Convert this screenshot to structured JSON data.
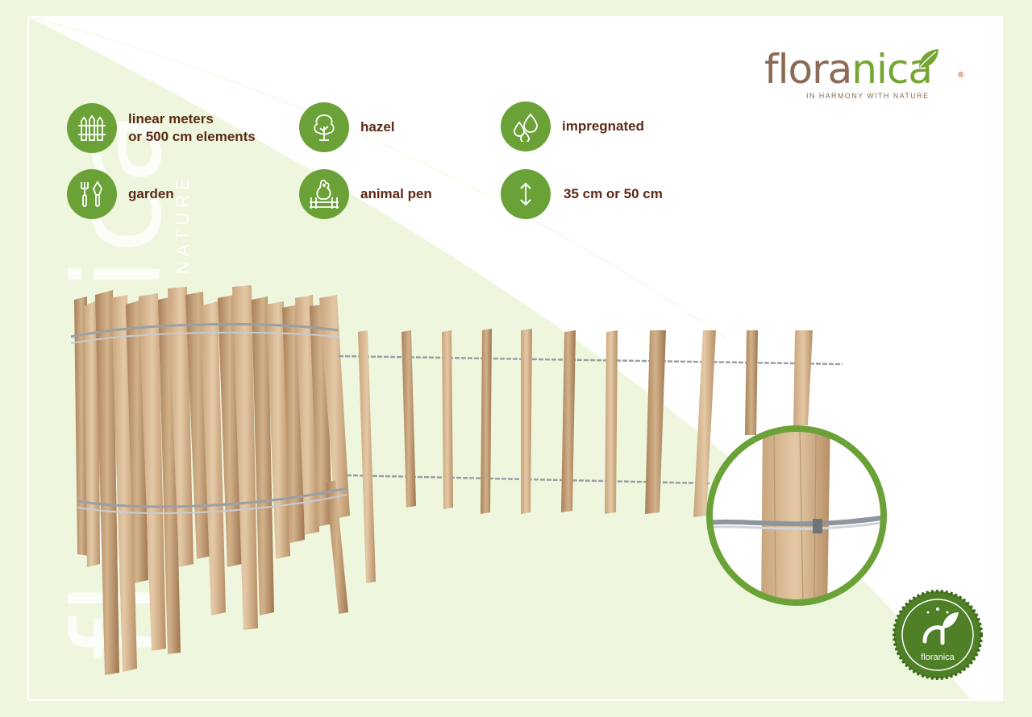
{
  "brand": {
    "logo_prefix": "flora",
    "logo_suffix": "nica",
    "tagline": "IN HARMONY WITH NATURE",
    "registered": "®",
    "watermark": "floranica",
    "watermark_sub": "NATURE",
    "badge_text": "floranica",
    "colors": {
      "green": "#6ba238",
      "brown": "#5c2a16",
      "logo_brown": "#8c6a55",
      "background": "#eef7dd"
    }
  },
  "features": [
    {
      "icon": "fence-icon",
      "label": "linear meters\nor 500 cm elements"
    },
    {
      "icon": "tree-icon",
      "label": "hazel"
    },
    {
      "icon": "water-drops-icon",
      "label": "impregnated"
    },
    {
      "icon": "garden-tools-icon",
      "label": "garden"
    },
    {
      "icon": "chicken-pen-icon",
      "label": "animal pen"
    },
    {
      "icon": "height-arrows-icon",
      "label": "35 cm or 50 cm"
    }
  ]
}
